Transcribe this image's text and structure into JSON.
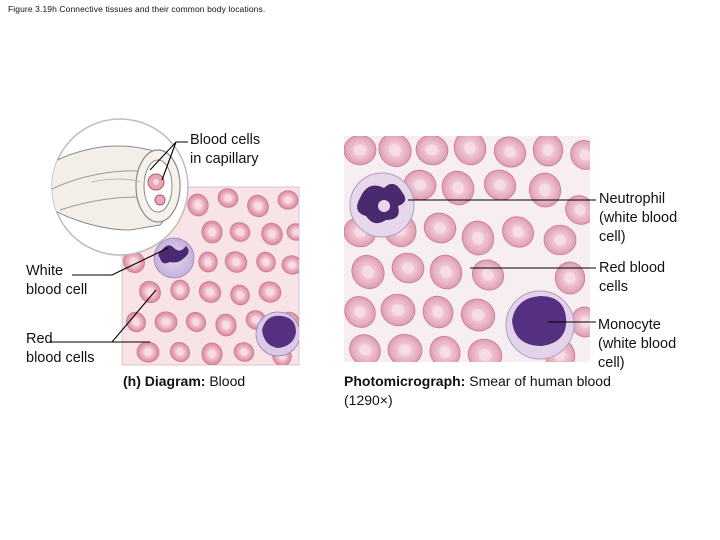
{
  "figure_caption": "Figure 3.19h Connective tissues and their common body locations.",
  "labels": {
    "blood_cells_capillary": "Blood cells\nin capillary",
    "neutrophil": "Neutrophil\n(white blood\ncell)",
    "red_blood_cells_right": "Red blood\ncells",
    "white_blood_cell": "White\nblood cell",
    "red_blood_cells_left": "Red\nblood cells",
    "monocyte": "Monocyte\n(white blood\ncell)"
  },
  "diagram_caption": {
    "prefix": "(h) Diagram:",
    "text": " Blood"
  },
  "photo_caption": {
    "prefix": "Photomicrograph:",
    "text": " Smear of human blood (1290×)"
  },
  "colors": {
    "rbc_fill": "#e5a0b0",
    "rbc_center": "#f5d7de",
    "plasma_bg": "#f8e1e3",
    "photo_bg": "#f7f1f3",
    "nucleus": "#4a2a6e",
    "monocyte_nucleus": "#553080"
  }
}
